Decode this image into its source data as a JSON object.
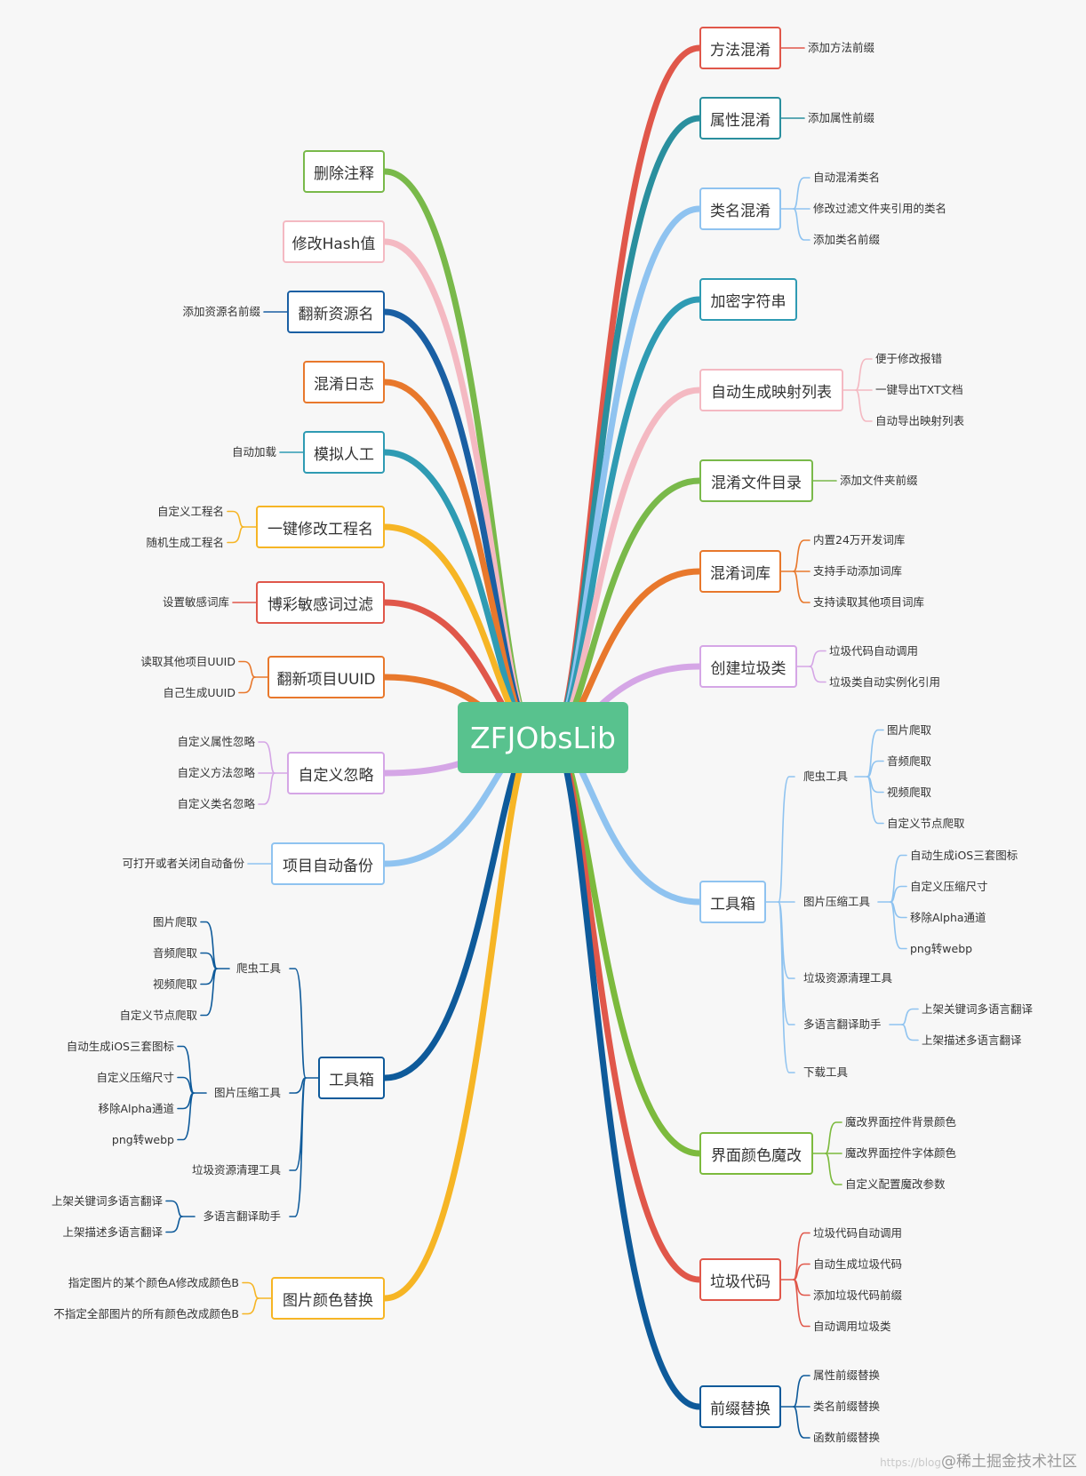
{
  "center": {
    "label": "ZFJObsLib"
  },
  "colors": {
    "red": "#e0574a",
    "teal": "#2a8f9e",
    "darkblue": "#1a5fa3",
    "lightblue": "#8fc3f0",
    "orange": "#e8782c",
    "green": "#79b94a",
    "pink": "#f4b9c2",
    "purple": "#d5a6e6",
    "yellow": "#f6b525",
    "navy": "#0e5a9a",
    "cyan": "#2f9bb3",
    "darkgreen": "#7cba3d"
  },
  "right": [
    {
      "label": "方法混淆",
      "children": [
        "添加方法前缀"
      ]
    },
    {
      "label": "属性混淆",
      "children": [
        "添加属性前缀"
      ]
    },
    {
      "label": "类名混淆",
      "children": [
        "自动混淆类名",
        "修改过滤文件夹引用的类名",
        "添加类名前缀"
      ]
    },
    {
      "label": "加密字符串",
      "children": []
    },
    {
      "label": "自动生成映射列表",
      "children": [
        "便于修改报错",
        "一键导出TXT文档",
        "自动导出映射列表"
      ]
    },
    {
      "label": "混淆文件目录",
      "children": [
        "添加文件夹前缀"
      ]
    },
    {
      "label": "混淆词库",
      "children": [
        "内置24万开发词库",
        "支持手动添加词库",
        "支持读取其他项目词库"
      ]
    },
    {
      "label": "创建垃圾类",
      "children": [
        "垃圾代码自动调用",
        "垃圾类自动实例化引用"
      ]
    },
    {
      "label": "工具箱",
      "groups": [
        {
          "label": "爬虫工具",
          "children": [
            "图片爬取",
            "音频爬取",
            "视频爬取",
            "自定义节点爬取"
          ]
        },
        {
          "label": "图片压缩工具",
          "children": [
            "自动生成iOS三套图标",
            "自定义压缩尺寸",
            "移除Alpha通道",
            "png转webp"
          ]
        },
        {
          "label": "垃圾资源清理工具",
          "children": []
        },
        {
          "label": "多语言翻译助手",
          "children": [
            "上架关键词多语言翻译",
            "上架描述多语言翻译"
          ]
        },
        {
          "label": "下载工具",
          "children": []
        }
      ]
    },
    {
      "label": "界面颜色魔改",
      "children": [
        "魔改界面控件背景颜色",
        "魔改界面控件字体颜色",
        "自定义配置魔改参数"
      ]
    },
    {
      "label": "垃圾代码",
      "children": [
        "垃圾代码自动调用",
        "自动生成垃圾代码",
        "添加垃圾代码前缀",
        "自动调用垃圾类"
      ]
    },
    {
      "label": "前缀替换",
      "children": [
        "属性前缀替换",
        "类名前缀替换",
        "函数前缀替换"
      ]
    }
  ],
  "left": [
    {
      "label": "删除注释",
      "children": []
    },
    {
      "label": "修改Hash值",
      "children": []
    },
    {
      "label": "翻新资源名",
      "children": [
        "添加资源名前缀"
      ]
    },
    {
      "label": "混淆日志",
      "children": []
    },
    {
      "label": "模拟人工",
      "children": [
        "自动加载"
      ]
    },
    {
      "label": "一键修改工程名",
      "children": [
        "自定义工程名",
        "随机生成工程名"
      ]
    },
    {
      "label": "博彩敏感词过滤",
      "children": [
        "设置敏感词库"
      ]
    },
    {
      "label": "翻新项目UUID",
      "children": [
        "读取其他项目UUID",
        "自己生成UUID"
      ]
    },
    {
      "label": "自定义忽略",
      "children": [
        "自定义属性忽略",
        "自定义方法忽略",
        "自定义类名忽略"
      ]
    },
    {
      "label": "项目自动备份",
      "children": [
        "可打开或者关闭自动备份"
      ]
    },
    {
      "label": "工具箱",
      "groups": [
        {
          "label": "爬虫工具",
          "children": [
            "图片爬取",
            "音频爬取",
            "视频爬取",
            "自定义节点爬取"
          ]
        },
        {
          "label": "图片压缩工具",
          "children": [
            "自动生成iOS三套图标",
            "自定义压缩尺寸",
            "移除Alpha通道",
            "png转webp"
          ]
        },
        {
          "label": "垃圾资源清理工具",
          "children": []
        },
        {
          "label": "多语言翻译助手",
          "children": [
            "上架关键词多语言翻译",
            "上架描述多语言翻译"
          ]
        }
      ]
    },
    {
      "label": "图片颜色替换",
      "children": [
        "指定图片的某个颜色A修改成颜色B",
        "不指定全部图片的所有颜色改成颜色B"
      ]
    }
  ],
  "watermark": {
    "prefix": "https://blog",
    "text": "@稀土掘金技术社区"
  }
}
